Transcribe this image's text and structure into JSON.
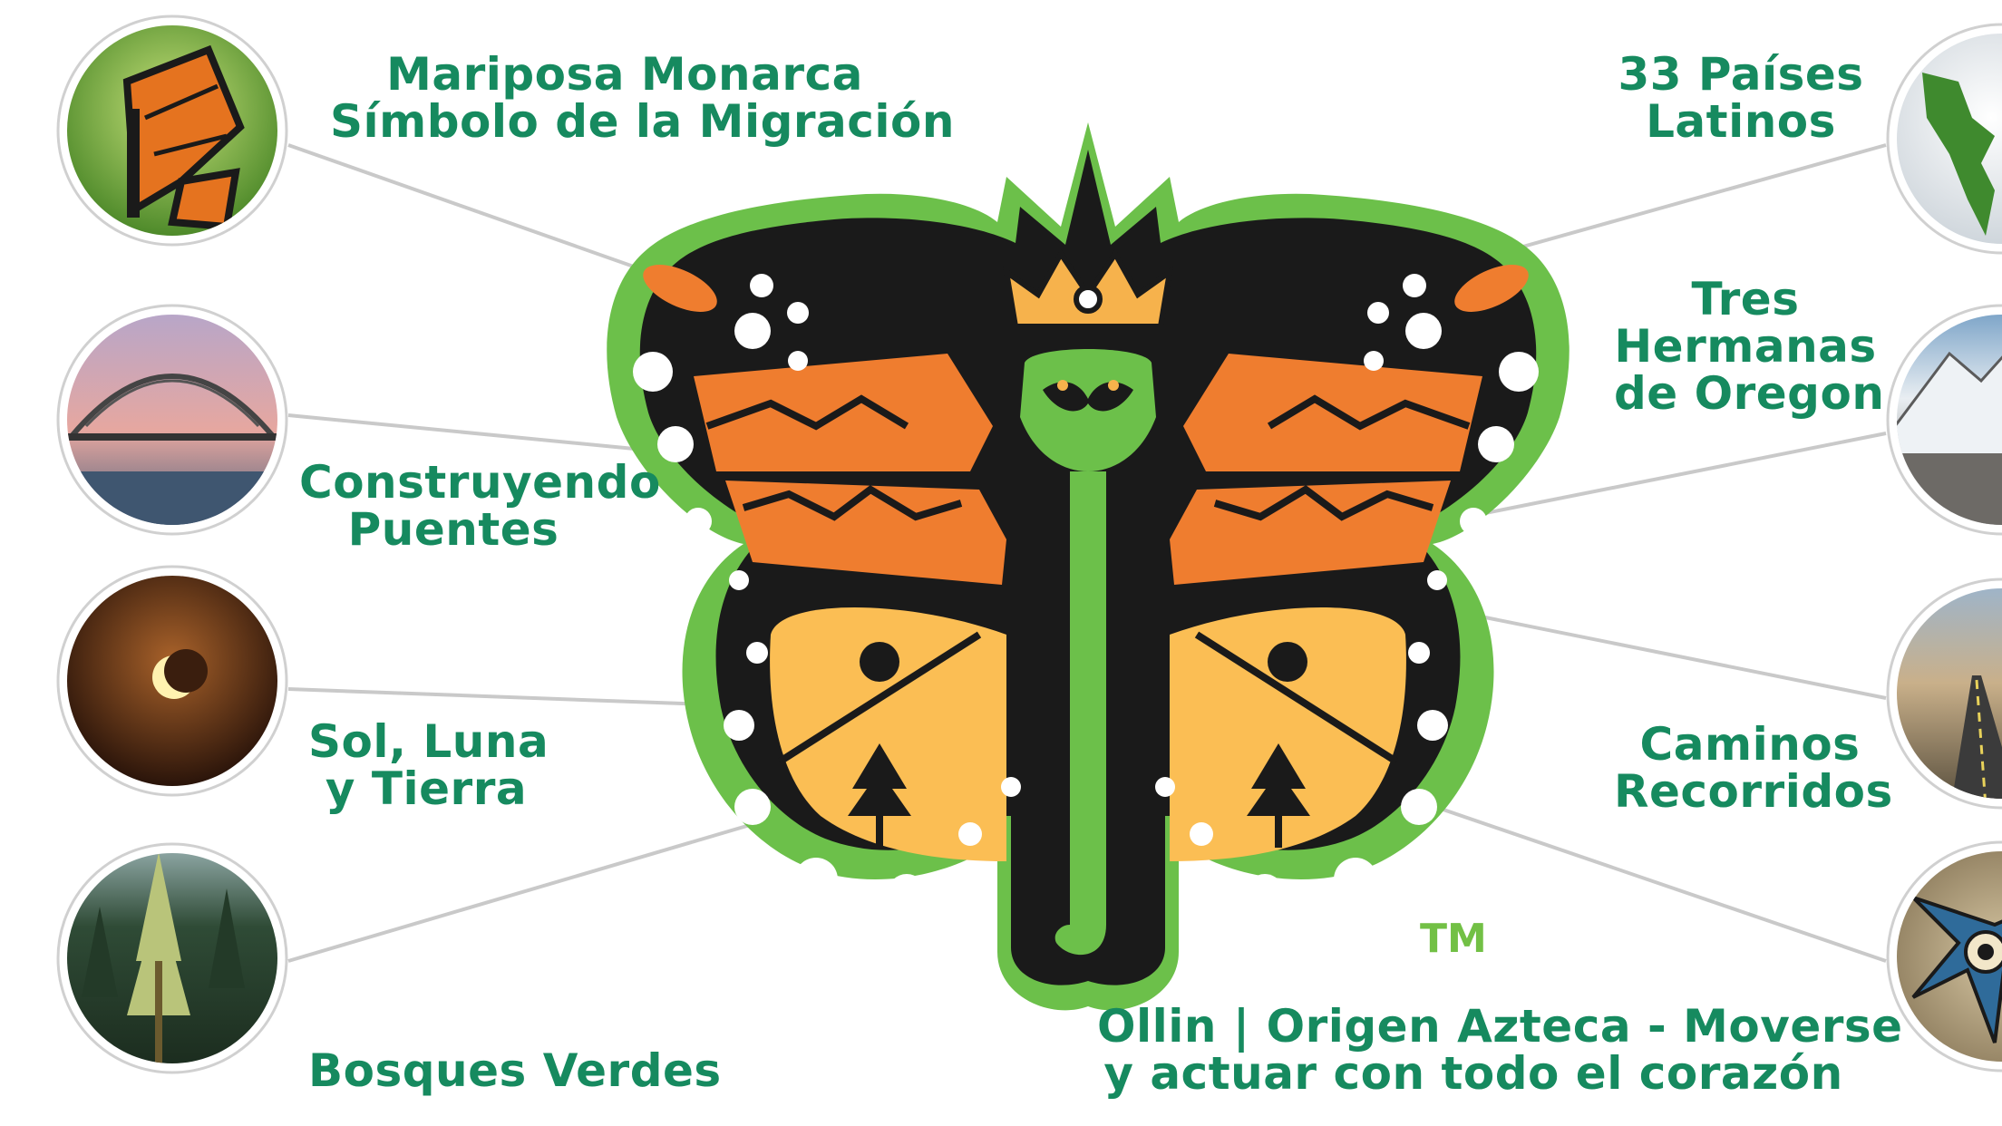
{
  "labels": {
    "monarca": [
      "Mariposa Monarca",
      "Símbolo de la Migración"
    ],
    "paises": [
      "33 Países",
      "Latinos"
    ],
    "hermanas": [
      "Tres",
      "Hermanas",
      "de Oregon"
    ],
    "puentes": [
      "Construyendo",
      "Puentes"
    ],
    "caminos": [
      "Caminos",
      "Recorridos"
    ],
    "sol": [
      "Sol, Luna",
      "y Tierra"
    ],
    "bosques": [
      "Bosques Verdes"
    ],
    "ollin": [
      "Ollin | Origen Azteca - Moverse",
      "y actuar con todo el corazón"
    ]
  },
  "trademark": "TM",
  "colors": {
    "text_green": "#168a5f",
    "outline_green": "#6cc04a",
    "wing_black": "#1a1a1a",
    "wing_orange": "#ef7d2f",
    "wing_yellow": "#fbbe54",
    "crown_gold": "#f6b24c"
  },
  "photos": [
    "monarch-butterfly-photo",
    "bridge-photo",
    "eclipse-photo",
    "forest-photo",
    "globe-photo",
    "mountain-photo",
    "road-photo",
    "aztec-ollin-photo"
  ]
}
